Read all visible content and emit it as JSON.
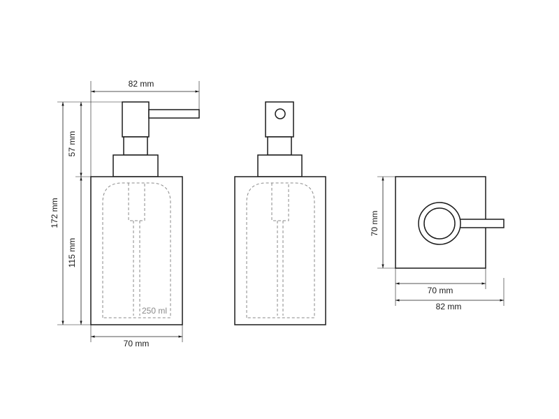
{
  "front_view": {
    "width_top": "82 mm",
    "height_total": "172 mm",
    "height_pump": "57 mm",
    "height_body": "115 mm",
    "width_bottom": "70 mm",
    "capacity": "250 ml"
  },
  "top_view": {
    "depth": "70 mm",
    "width_body": "70 mm",
    "width_total": "82 mm"
  }
}
